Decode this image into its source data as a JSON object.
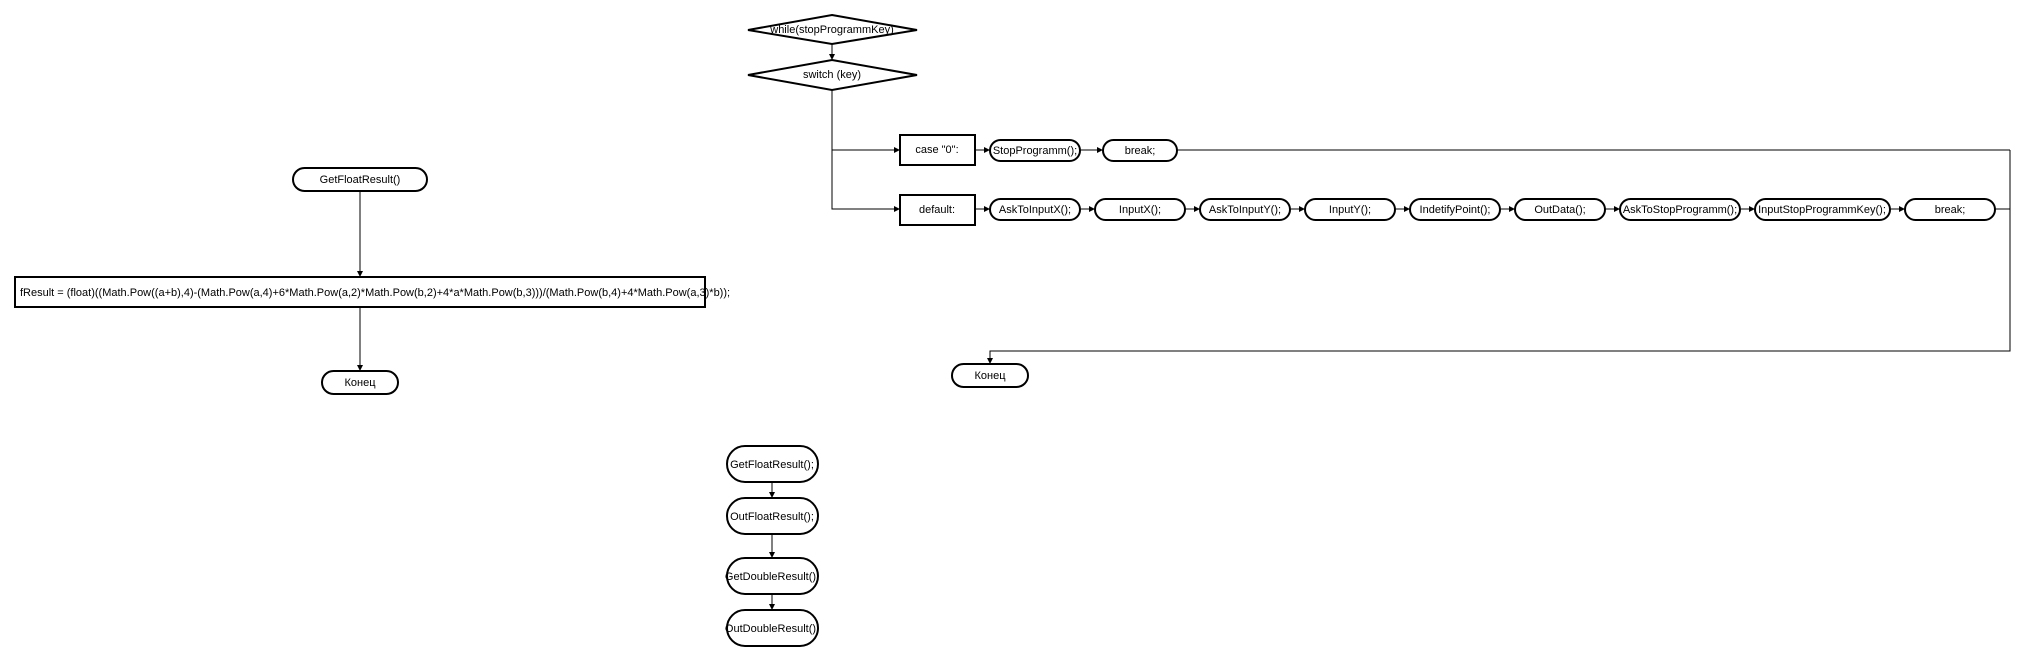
{
  "left_flow": {
    "start": "GetFloatResult()",
    "process": "fResult = (float)((Math.Pow((a+b),4)-(Math.Pow(a,4)+6*Math.Pow(a,2)*Math.Pow(b,2)+4*a*Math.Pow(b,3)))/(Math.Pow(b,4)+4*Math.Pow(a,3)*b));",
    "end": "Конец"
  },
  "main_flow": {
    "loop": "while(stopProgrammKey)",
    "switch": "switch (key)",
    "case0": {
      "label": "case \"0\":",
      "steps": [
        "StopProgramm();",
        "break;"
      ]
    },
    "default": {
      "label": "default:",
      "steps": [
        "AskToInputX();",
        "InputX();",
        "AskToInputY();",
        "InputY();",
        "IndetifyPoint();",
        "OutData();",
        "AskToStopProgramm();",
        "InputStopProgrammKey();",
        "break;"
      ]
    },
    "end": "Конец"
  },
  "bottom_flow": {
    "steps": [
      "GetFloatResult();",
      "OutFloatResult();",
      "GetDoubleResult();",
      "OutDoubleResult();"
    ]
  }
}
